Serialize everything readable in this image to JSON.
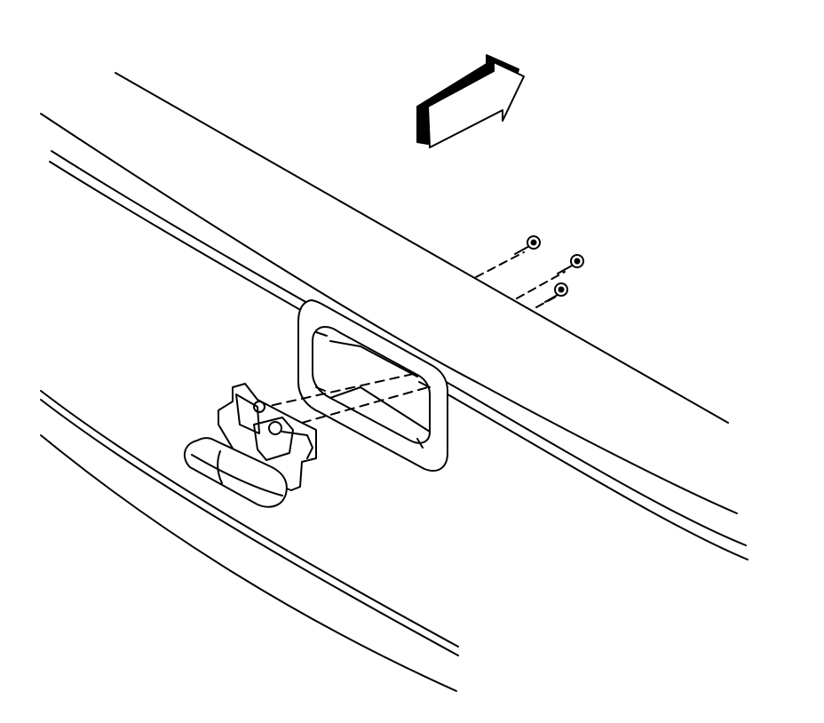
{
  "diagram": {
    "kind": "line-art exploded view",
    "components": [
      "body-panel",
      "direction-arrow",
      "mounting-bolt",
      "mounting-bolt",
      "mounting-bolt",
      "handle-bezel",
      "handle-assembly"
    ],
    "colors": {
      "stroke": "#000000",
      "fill": "#ffffff",
      "arrow-shadow": "#000000"
    }
  }
}
